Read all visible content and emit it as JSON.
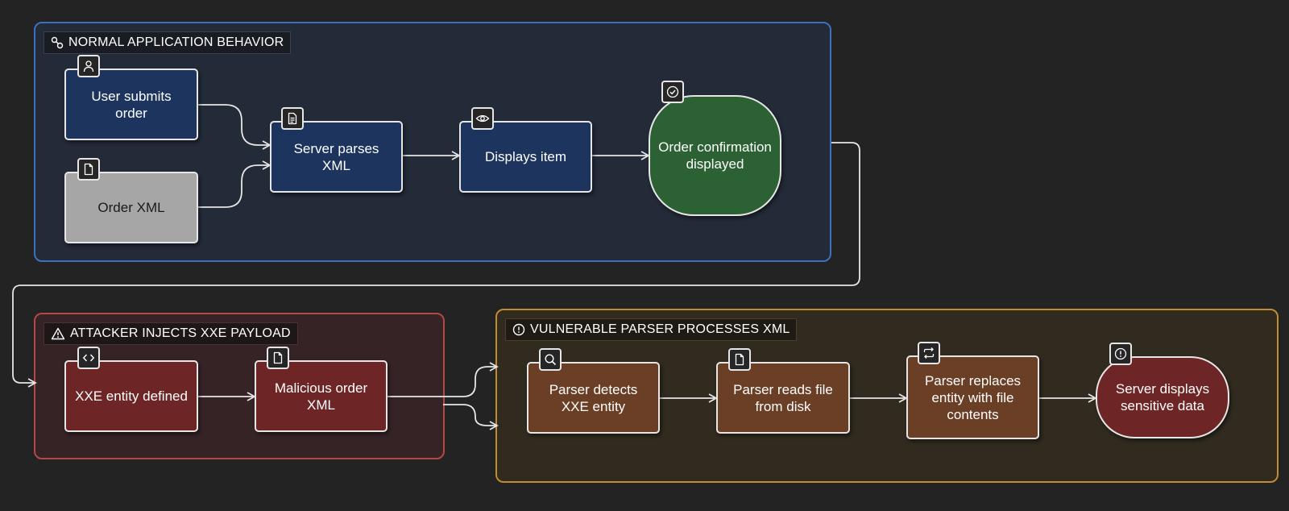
{
  "groups": {
    "normal": "NORMAL APPLICATION BEHAVIOR",
    "attacker": "ATTACKER INJECTS XXE PAYLOAD",
    "vulnerable": "VULNERABLE PARSER PROCESSES XML"
  },
  "nodes": {
    "user_submits": "User submits order",
    "order_xml": "Order XML",
    "server_parses": "Server parses XML",
    "displays_item": "Displays item",
    "order_confirmation": "Order confirmation displayed",
    "xxe_entity": "XXE entity defined",
    "malicious_xml": "Malicious order XML",
    "parser_detects": "Parser detects XXE entity",
    "parser_reads": "Parser reads file from disk",
    "parser_replaces": "Parser replaces entity with file contents",
    "server_displays": "Server displays sensitive data"
  },
  "icons": {
    "user_submits": "user-icon",
    "order_xml": "file-icon",
    "server_parses": "document-icon",
    "displays_item": "eye-icon",
    "order_confirmation": "check-circle-icon",
    "xxe_entity": "code-icon",
    "malicious_xml": "file-icon",
    "parser_detects": "search-icon",
    "parser_reads": "file-icon",
    "parser_replaces": "repeat-icon",
    "server_displays": "alert-circle-icon"
  },
  "colors": {
    "background": "#232323",
    "normal_border": "#3f6fc4",
    "attack_border": "#b44848",
    "vulnerable_border": "#c18b2f",
    "blue_node": "#1d355e",
    "grey_node": "#a6a6a6",
    "green_node": "#2b6133",
    "red_node": "#6e2525",
    "brown_node": "#6a3f25"
  }
}
